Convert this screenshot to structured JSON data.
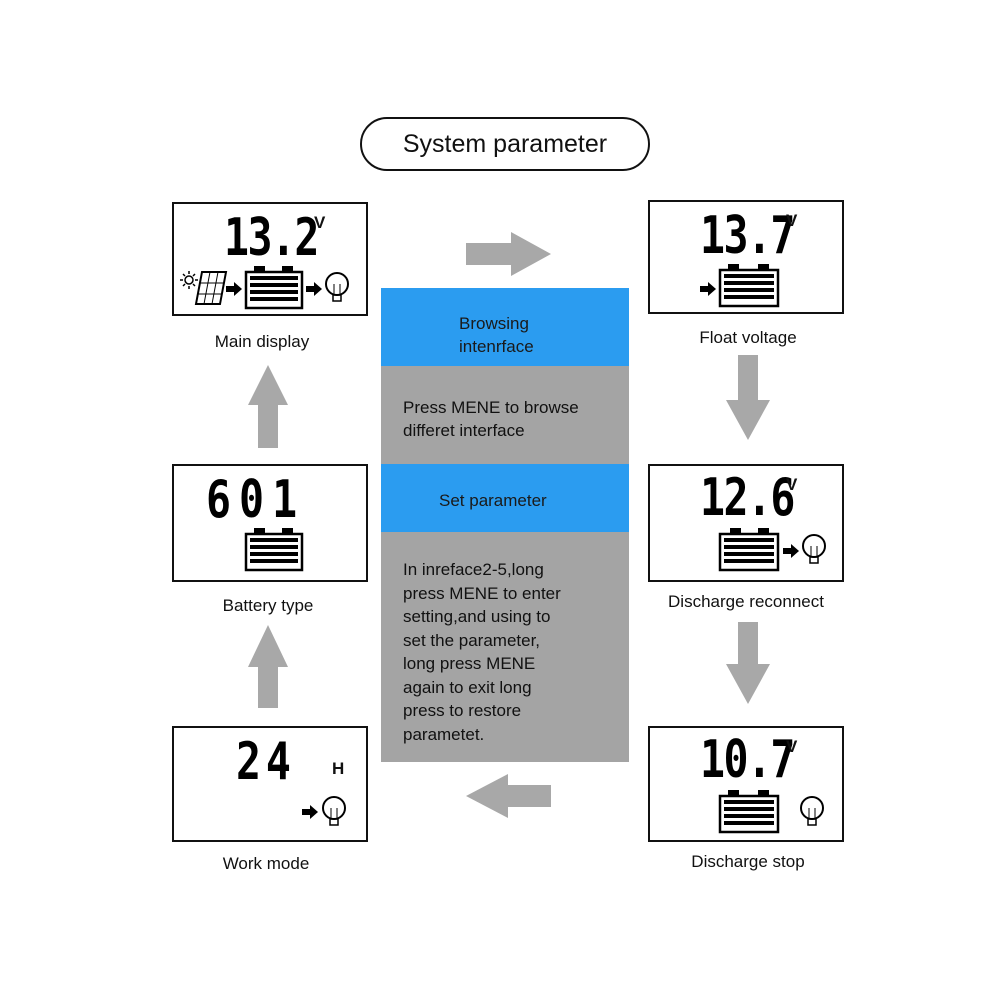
{
  "title": "System parameter",
  "screens": {
    "main_display": {
      "value": "13.2",
      "unit": "V",
      "caption": "Main display"
    },
    "float_voltage": {
      "value": "13.7",
      "unit": "V",
      "caption": "Float voltage"
    },
    "battery_type": {
      "value": "601",
      "caption": "Battery type"
    },
    "discharge_reconnect": {
      "value": "12.6",
      "unit": "V",
      "caption": "Discharge reconnect"
    },
    "work_mode": {
      "value": "24",
      "unit": "H",
      "caption": "Work mode"
    },
    "discharge_stop": {
      "value": "10.7",
      "unit": "V",
      "caption": "Discharge stop"
    }
  },
  "panel": {
    "browsing_title": "Browsing\nintenrface",
    "browsing_text": "Press MENE to browse\ndifferet interface",
    "set_title": "Set parameter",
    "set_text": "In inreface2-5,long\npress MENE to enter\nsetting,and using to\nset the parameter,\nlong press MENE\nagain to exit long\npress to restore\nparametet."
  },
  "colors": {
    "blue": "#2b9cf0",
    "grey": "#a4a4a4",
    "arrow": "#a8a8a8"
  },
  "icons": [
    "sun-icon",
    "solar-panel-icon",
    "arrow-right-icon",
    "battery-icon",
    "bulb-icon"
  ]
}
